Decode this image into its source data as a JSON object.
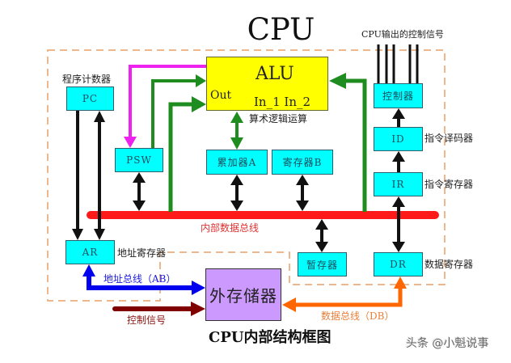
{
  "title": "CPU",
  "caption": "CPU内部结构框图",
  "watermark": "头条 @小魁说事",
  "colors": {
    "register_fill": "#00ffff",
    "alu_fill": "#ffff00",
    "memory_fill": "#cc99ff",
    "internal_bus": "#ff1a1a",
    "alu_path": "#1e8c1e",
    "flag_path": "#ee22ee",
    "address_bus": "#0000ee",
    "control_signal": "#800000",
    "data_bus": "#ff6600",
    "cpu_boundary": "#e8a06a"
  },
  "alu": {
    "label": "ALU",
    "out_label": "Out",
    "in_label": "In_1 In_2",
    "caption": "算术逻辑运算"
  },
  "boxes": {
    "pc": {
      "label": "PC",
      "caption": "程序计数器"
    },
    "psw": {
      "label": "PSW"
    },
    "accumulator": {
      "label": "累加器A"
    },
    "register_b": {
      "label": "寄存器B"
    },
    "controller": {
      "label": "控制器"
    },
    "id": {
      "label": "ID",
      "caption": "指令译码器"
    },
    "ir": {
      "label": "IR",
      "caption": "指令寄存器"
    },
    "ar": {
      "label": "AR",
      "caption": "地址寄存器"
    },
    "temp": {
      "label": "暂存器"
    },
    "dr": {
      "label": "DR",
      "caption": "数据寄存器"
    },
    "memory": {
      "label": "外存储器"
    }
  },
  "buses": {
    "internal": "内部数据总线",
    "address": "地址总线（AB）",
    "control": "控制信号",
    "data": "数据总线（DB）",
    "cpu_control_out": "CPU输出的控制信号"
  }
}
